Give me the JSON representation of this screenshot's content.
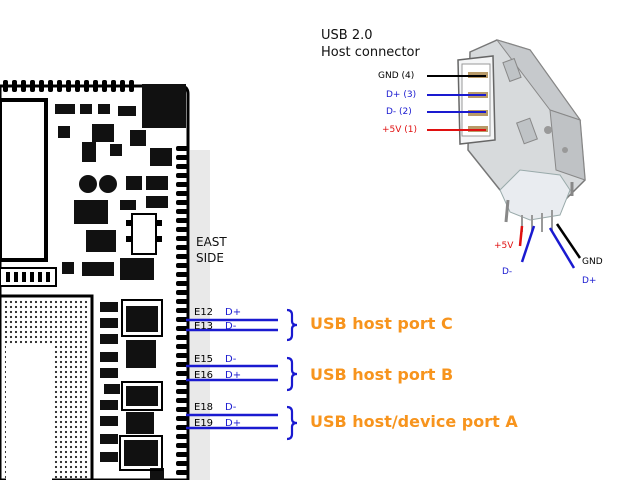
{
  "connector": {
    "title_line1": "USB 2.0",
    "title_line2": "Host connector",
    "pins": [
      {
        "label": "GND (4)",
        "color": "#000000"
      },
      {
        "label": "D+  (3)",
        "color": "#1a1ad0"
      },
      {
        "label": "D-  (2)",
        "color": "#1a1ad0"
      },
      {
        "label": "+5V (1)",
        "color": "#e01010"
      }
    ],
    "legs": {
      "plus5v": "+5V",
      "dminus": "D-",
      "gnd": "GND",
      "dplus": "D+"
    }
  },
  "board": {
    "side_line1": "EAST",
    "side_line2": "SIDE"
  },
  "ports": [
    {
      "name": "USB host port C",
      "lines": [
        {
          "pin": "E12",
          "signal": "D+"
        },
        {
          "pin": "E13",
          "signal": "D-"
        }
      ]
    },
    {
      "name": "USB host port B",
      "lines": [
        {
          "pin": "E15",
          "signal": "D-"
        },
        {
          "pin": "E16",
          "signal": "D+"
        }
      ]
    },
    {
      "name": "USB host/device port A",
      "lines": [
        {
          "pin": "E18",
          "signal": "D-"
        },
        {
          "pin": "E19",
          "signal": "D+"
        }
      ]
    }
  ],
  "colors": {
    "wire": "#1a1ad0",
    "power": "#e01010",
    "ground": "#000000",
    "port_label": "#f7941d"
  }
}
